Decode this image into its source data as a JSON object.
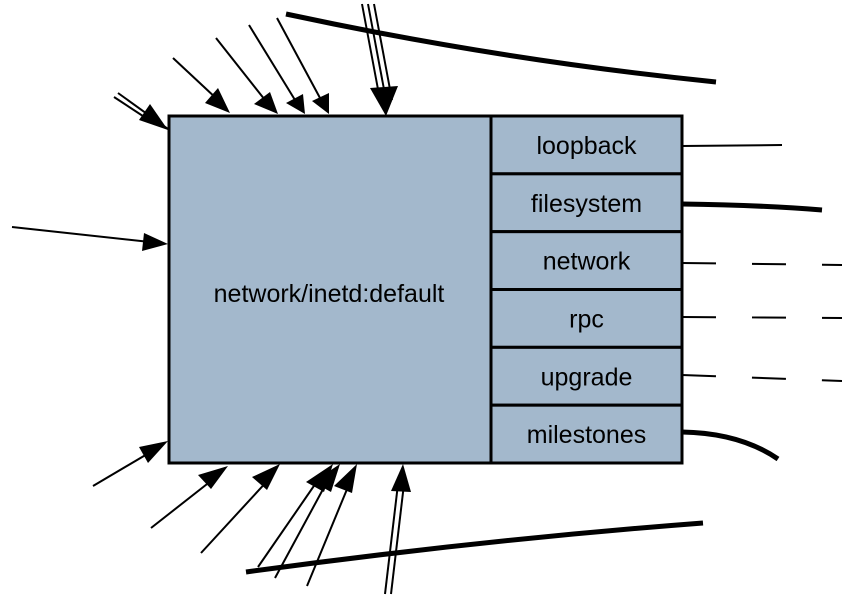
{
  "service": {
    "name": "network/inetd:default",
    "fill_color": "#a3b8cc",
    "dependencies": [
      {
        "label": "loopback",
        "edge": "solid-thin"
      },
      {
        "label": "filesystem",
        "edge": "solid-thick"
      },
      {
        "label": "network",
        "edge": "dashed"
      },
      {
        "label": "rpc",
        "edge": "dashed"
      },
      {
        "label": "upgrade",
        "edge": "dashed"
      },
      {
        "label": "milestones",
        "edge": "solid-thick-curve"
      }
    ]
  }
}
